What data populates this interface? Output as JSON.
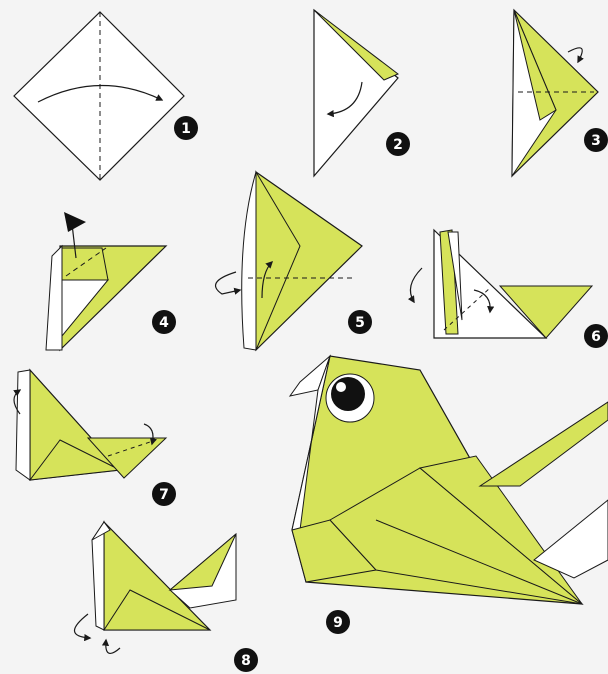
{
  "diagram": {
    "colors": {
      "background": "#f4f4f4",
      "paper": "#d6e35a",
      "paper_back": "#ffffff",
      "line": "#1a1a1a",
      "badge": "#111111",
      "badge_text": "#ffffff"
    },
    "steps": [
      {
        "number": "1"
      },
      {
        "number": "2"
      },
      {
        "number": "3"
      },
      {
        "number": "4"
      },
      {
        "number": "5"
      },
      {
        "number": "6"
      },
      {
        "number": "7"
      },
      {
        "number": "8"
      },
      {
        "number": "9"
      }
    ]
  }
}
